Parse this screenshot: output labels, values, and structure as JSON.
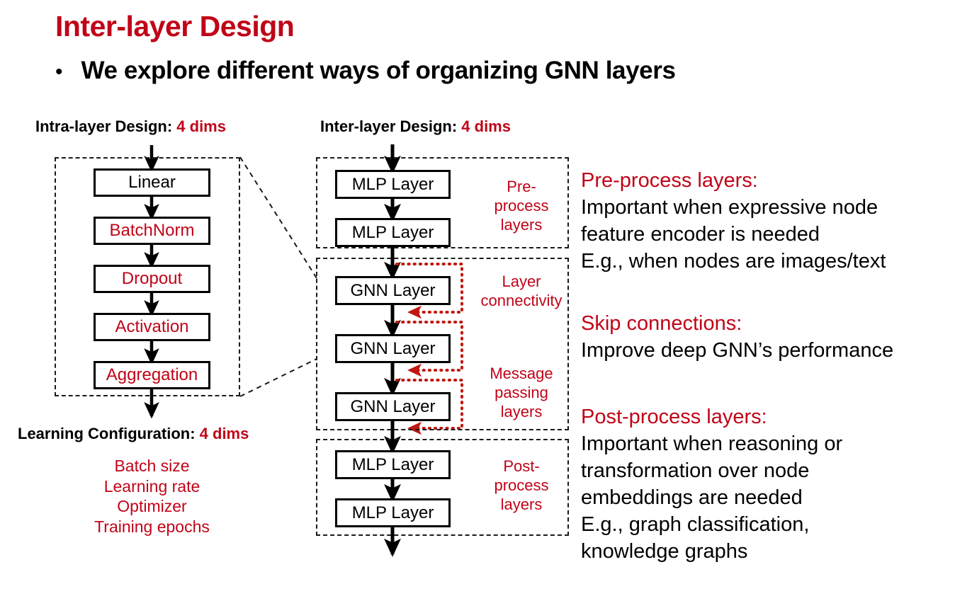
{
  "slide": {
    "title": "Inter-layer Design",
    "bullet_marker": "•",
    "bullet": "We explore different ways of organizing GNN layers",
    "accent_red": "#C00418",
    "text_black": "#000000",
    "background": "#FFFFFF"
  },
  "intra_layer": {
    "heading_text": "Intra-layer Design: ",
    "heading_dims": "4 dims",
    "boxes": [
      {
        "label": "Linear",
        "color": "black"
      },
      {
        "label": "BatchNorm",
        "color": "red"
      },
      {
        "label": "Dropout",
        "color": "red"
      },
      {
        "label": "Activation",
        "color": "red"
      },
      {
        "label": "Aggregation",
        "color": "red"
      }
    ]
  },
  "learning_configuration": {
    "heading_text": "Learning Configuration: ",
    "heading_dims": "4 dims",
    "items": [
      "Batch size",
      "Learning rate",
      "Optimizer",
      "Training epochs"
    ]
  },
  "inter_layer": {
    "heading_text": "Inter-layer Design: ",
    "heading_dims": "4 dims",
    "boxes": [
      {
        "label": "MLP Layer"
      },
      {
        "label": "MLP Layer"
      },
      {
        "label": "GNN Layer"
      },
      {
        "label": "GNN Layer"
      },
      {
        "label": "GNN Layer"
      },
      {
        "label": "MLP Layer"
      },
      {
        "label": "MLP Layer"
      }
    ],
    "group_labels": {
      "pre_process": "Pre-\nprocess\nlayers",
      "layer_connectivity": "Layer\nconnectivity",
      "message_passing": "Message\npassing\nlayers",
      "post_process": "Post-\nprocess\nlayers"
    }
  },
  "annotations": [
    {
      "heading": "Pre-process layers:",
      "lines": [
        "Important when expressive node",
        "feature encoder is needed",
        "E.g., when nodes are images/text"
      ]
    },
    {
      "heading": "Skip connections:",
      "lines": [
        "Improve deep GNN’s performance"
      ]
    },
    {
      "heading": "Post-process layers:",
      "lines": [
        "Important when reasoning or",
        "transformation over node",
        "embeddings are needed",
        "E.g., graph classification,",
        "knowledge graphs"
      ]
    }
  ]
}
